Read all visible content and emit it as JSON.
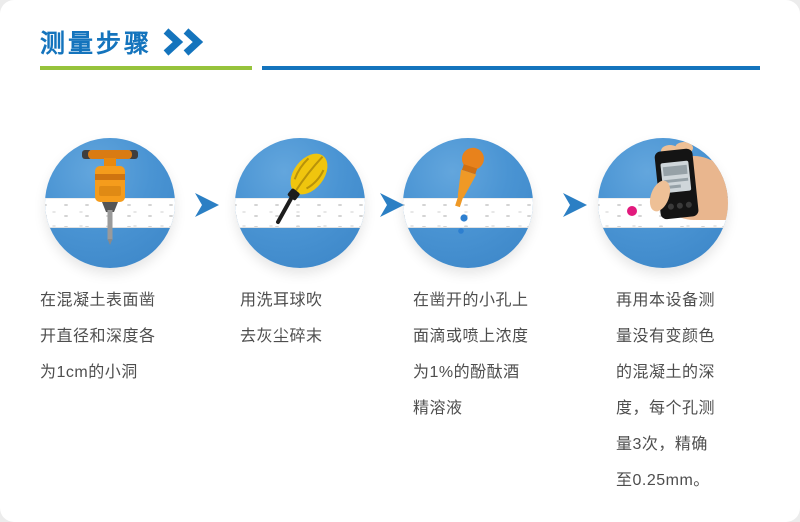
{
  "header": {
    "title": "测量步骤",
    "chevrons_icon": "double-chevron-right"
  },
  "colors": {
    "title_blue": "#1474bd",
    "accent_green": "#96c33c",
    "line_blue": "#1474bd",
    "circle_blue": "#4a94d3",
    "arrow_blue": "#2b7fc4",
    "text_gray": "#4e4e4e",
    "drop_pink": "#e21a7d"
  },
  "icons": {
    "step_arrow": "chevron-right-arrow",
    "step_icons": [
      "jackhammer-drill",
      "blower-bulb",
      "dropper",
      "hand-holding-measuring-device"
    ]
  },
  "steps": [
    {
      "icon": "jackhammer-drill-icon",
      "text": "在混凝土表面凿\n开直径和深度各\n为1cm的小洞"
    },
    {
      "icon": "blower-bulb-icon",
      "text": "用洗耳球吹\n去灰尘碎末"
    },
    {
      "icon": "dropper-icon",
      "text": "在凿开的小孔上\n面滴或喷上浓度\n为1%的酚酞酒\n精溶液"
    },
    {
      "icon": "measuring-device-icon",
      "text": "再用本设备测\n量没有变颜色\n的混凝土的深\n度，每个孔测\n量3次，精确\n至0.25mm。"
    }
  ]
}
